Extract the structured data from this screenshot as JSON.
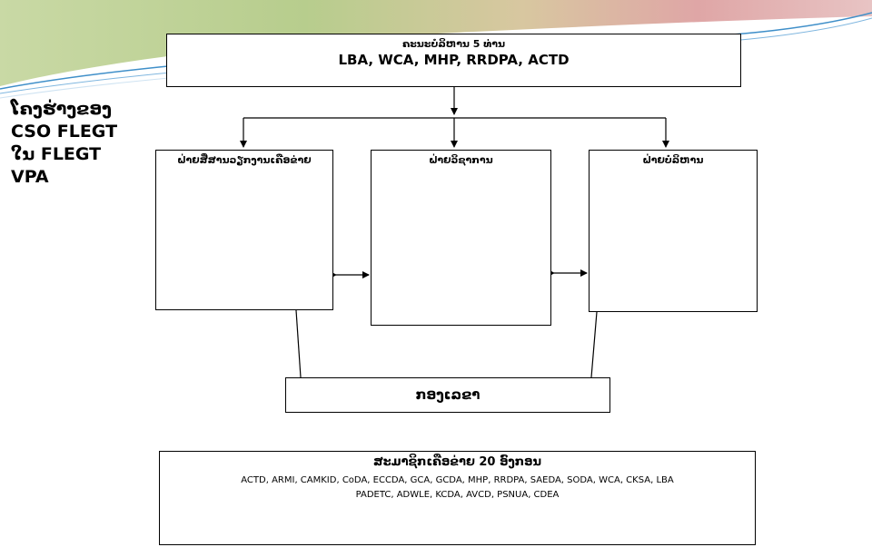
{
  "slide_title": {
    "lines": [
      "ໂຄງຮ່າງຂອງ",
      "CSO FLEGT",
      "ໃນ FLEGT",
      "VPA"
    ]
  },
  "board": {
    "title": "ຄະນະບໍລິຫານ 5 ທ່ານ",
    "members": "LBA, WCA, MHP, RRDPA, ACTD"
  },
  "columns": {
    "coordination": "ຝ່າຍສື່ສານວຽກງານເຄືອຂ່າຍ",
    "technical": "ຝ່າຍວິຊາການ",
    "admin": "ຝ່າຍບໍລິຫານ"
  },
  "secretariat": {
    "label": "ກອງເລຂາ"
  },
  "network": {
    "title": "ສະມາຊິກເຄືອຂ່າຍ 20 ອົງກອນ",
    "members_line1": "ACTD, ARMI, CAMKID, CoDA, ECCDA, GCA, GCDA, MHP, RRDPA, SAEDA, SODA, WCA, CKSA,  LBA",
    "members_line2": "PADETC,  ADWLE,  KCDA,  AVCD,  PSNUA,  CDEA"
  },
  "colors": {
    "banner_green": "#b9cf8f",
    "banner_pink": "#d99aa0",
    "banner_blue": "#3f8fc9"
  }
}
